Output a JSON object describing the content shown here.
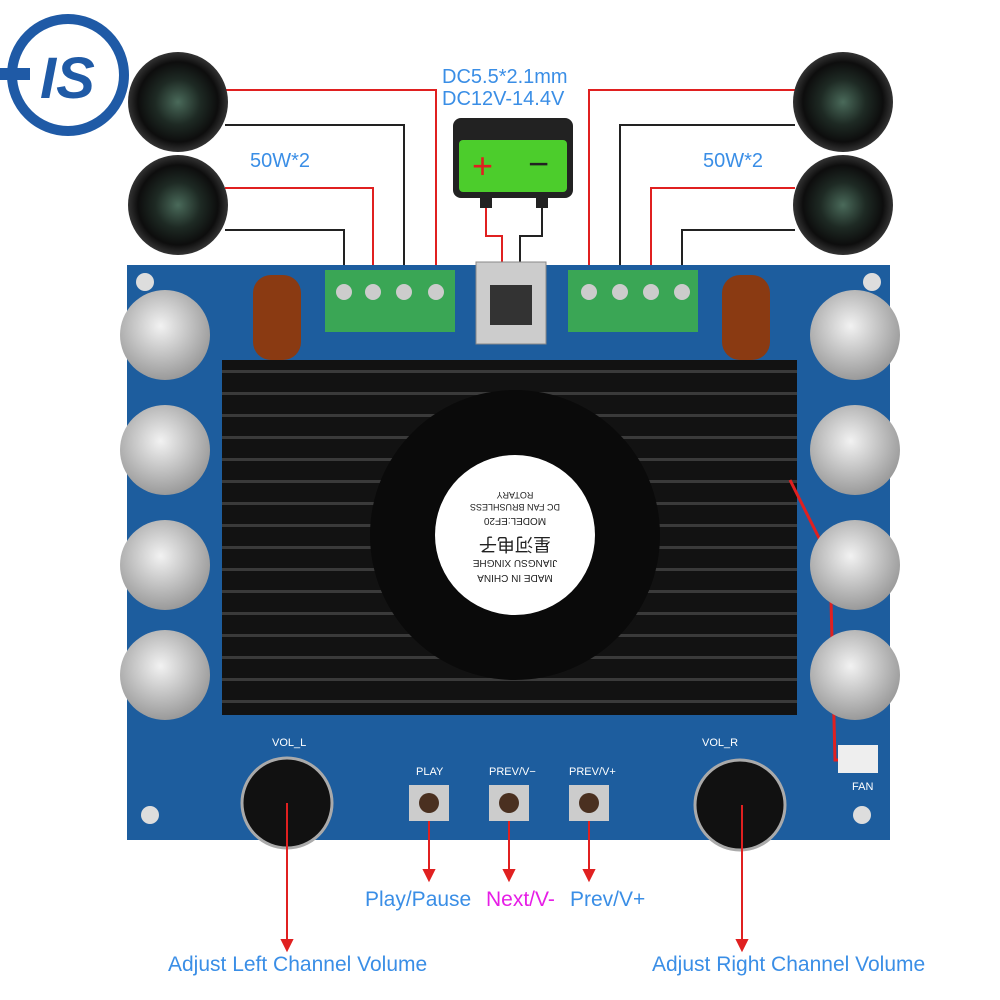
{
  "logo": {
    "text": "IS",
    "color": "#1f5aa6"
  },
  "power": {
    "line1": "DC5.5*2.1mm",
    "line2": "DC12V-14.4V",
    "plus": "+",
    "minus": "−"
  },
  "speakers": {
    "left_label": "50W*2",
    "right_label": "50W*2"
  },
  "board": {
    "silkscreen": {
      "vol_l": "VOL_L",
      "vol_r": "VOL_R",
      "play": "PLAY",
      "prev_vminus": "PREV/V−",
      "prev_vplus": "PREV/V+",
      "fan": "FAN"
    },
    "fan_label": {
      "line1": "MADE IN CHINA",
      "line2": "JIANGSU XINGHE",
      "line3": "星河电子",
      "line4": "MODEL:EF20",
      "line5": "DC FAN BRUSHLESS",
      "line6": "ROTARY"
    }
  },
  "annotations": {
    "play_pause": "Play/Pause",
    "next": "Next/V-",
    "prev": "Prev/V+",
    "left_volume": "Adjust Left Channel Volume",
    "right_volume": "Adjust Right Channel Volume"
  },
  "colors": {
    "board": "#1d5d9e",
    "heatsink": "#151515",
    "terminal": "#3aa655",
    "battery": "#4ccd2c",
    "wire_red": "#e02020",
    "wire_black": "#222222",
    "label_blue": "#3a8ee6",
    "label_magenta": "#e61ee6"
  }
}
